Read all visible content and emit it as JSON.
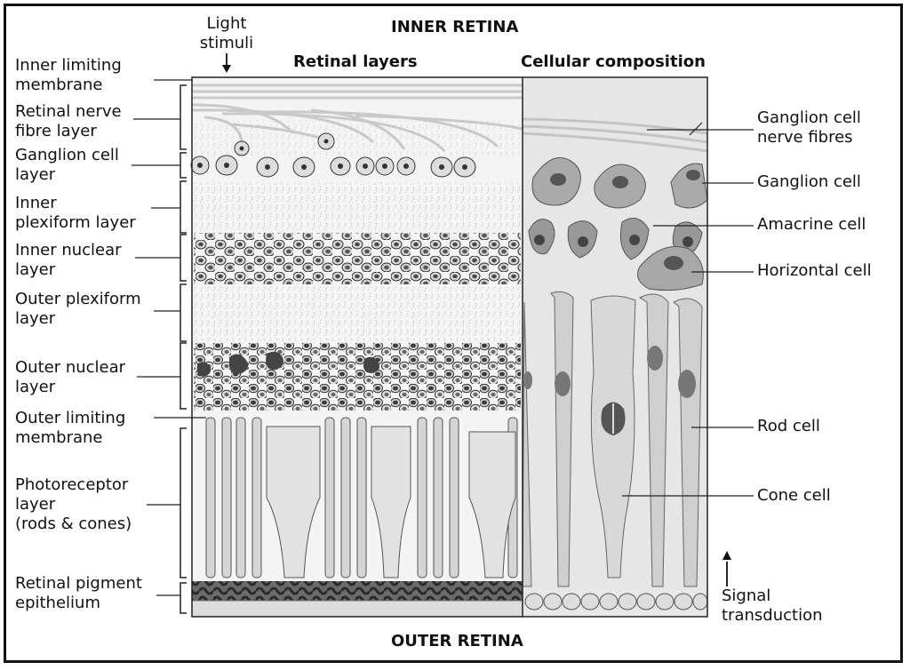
{
  "header": {
    "top": "INNER RETINA",
    "bottom": "OUTER RETINA",
    "left_col": "Retinal layers",
    "right_col": "Cellular composition",
    "light": "Light\nstimuli",
    "signal": "Signal\ntransduction"
  },
  "layers": [
    {
      "id": "ilm",
      "label": "Inner limiting\nmembrane"
    },
    {
      "id": "rnfl",
      "label": "Retinal nerve\nfibre layer"
    },
    {
      "id": "gcl",
      "label": "Ganglion cell\nlayer"
    },
    {
      "id": "ipl",
      "label": "Inner\nplexiform layer"
    },
    {
      "id": "inl",
      "label": "Inner nuclear\nlayer"
    },
    {
      "id": "opl",
      "label": "Outer plexiform\nlayer"
    },
    {
      "id": "onl",
      "label": "Outer nuclear\nlayer"
    },
    {
      "id": "olm",
      "label": "Outer limiting\nmembrane"
    },
    {
      "id": "pr",
      "label": "Photoreceptor\nlayer\n(rods & cones)"
    },
    {
      "id": "rpe",
      "label": "Retinal pigment\nepithelium"
    }
  ],
  "cells": [
    {
      "id": "gcnf",
      "label": "Ganglion cell\nnerve fibres"
    },
    {
      "id": "gc",
      "label": "Ganglion cell"
    },
    {
      "id": "ac",
      "label": "Amacrine cell"
    },
    {
      "id": "hc",
      "label": "Horizontal cell"
    },
    {
      "id": "rod",
      "label": "Rod cell"
    },
    {
      "id": "cone",
      "label": "Cone cell"
    }
  ]
}
